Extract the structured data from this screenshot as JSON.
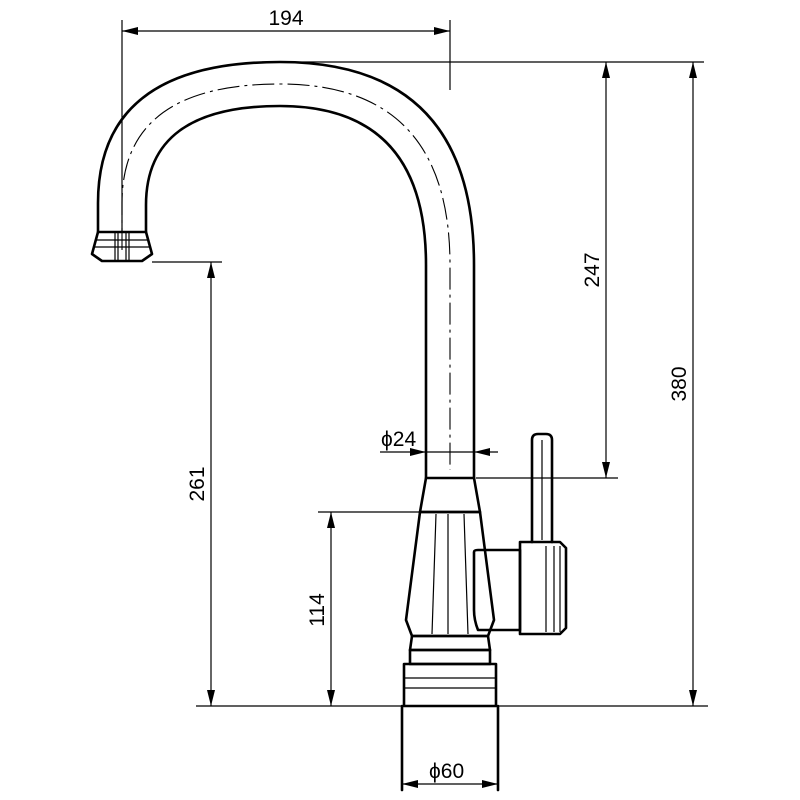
{
  "dimensions": {
    "spout_reach": "194",
    "spout_height": "261",
    "arc_height": "247",
    "total_height": "380",
    "body_height": "114",
    "pipe_diameter": "ϕ24",
    "base_diameter": "ϕ60"
  }
}
